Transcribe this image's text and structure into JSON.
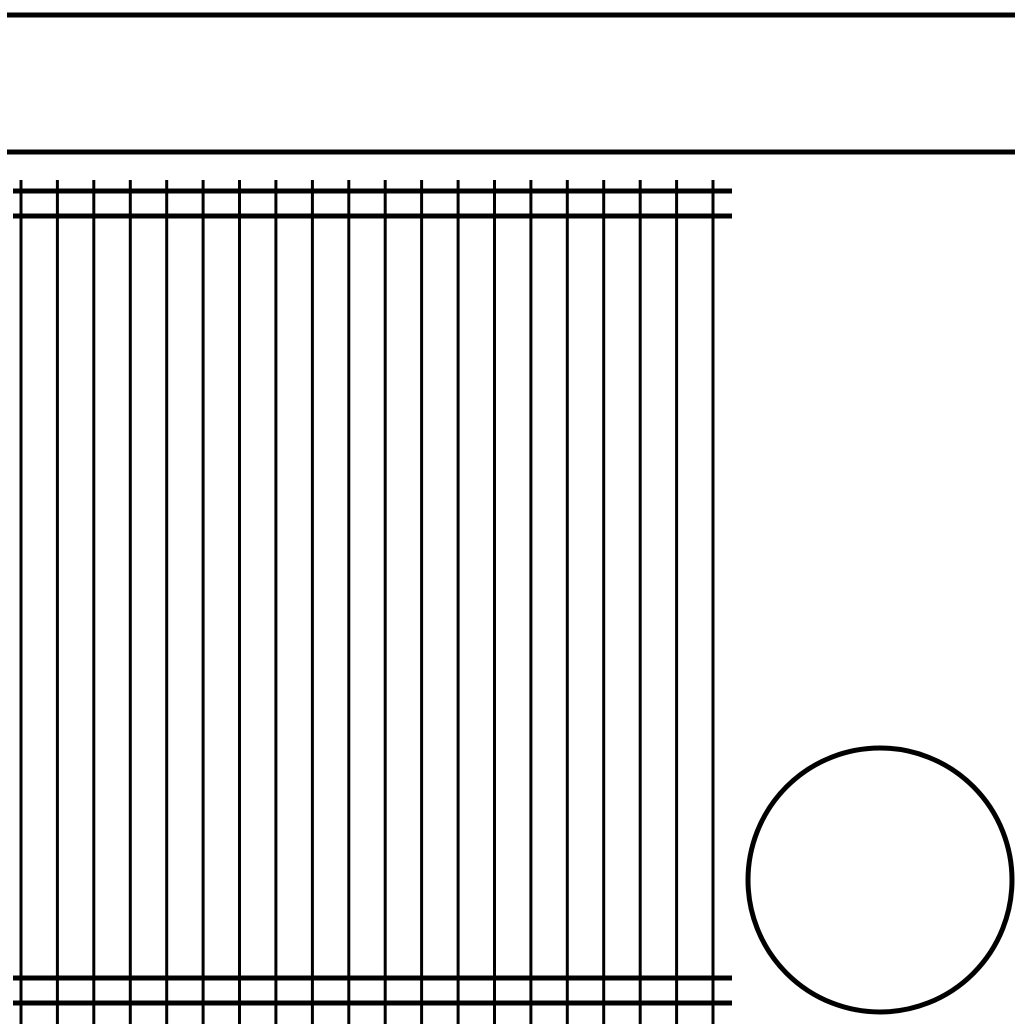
{
  "colors": {
    "background": "#ffffff",
    "stroke": "#000000"
  },
  "header_band": {
    "rule_count": 2
  },
  "fence_panel": {
    "picket_count": 20,
    "rail_count": 4
  },
  "circle": {
    "filled": false
  }
}
